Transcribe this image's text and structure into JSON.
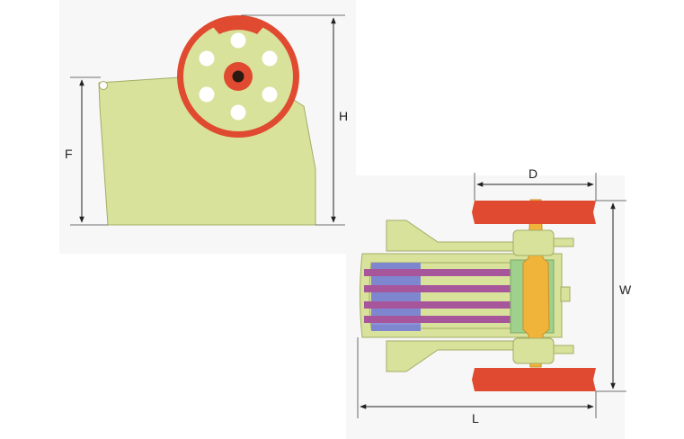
{
  "labels": {
    "F": "F",
    "H": "H",
    "D": "D",
    "W": "W",
    "L": "L"
  },
  "colors": {
    "body": "#d8e29b",
    "outline": "#a4ac66",
    "flywheel": "#e04a30",
    "key": "#2a1a12",
    "shaft": "#f0b43a",
    "bearing": "#9fd08c",
    "jaw_blue": "#7f86d0",
    "jaw_purple": "#a8569c",
    "dim_line": "#222222",
    "panel_bg": "#f7f7f7"
  }
}
